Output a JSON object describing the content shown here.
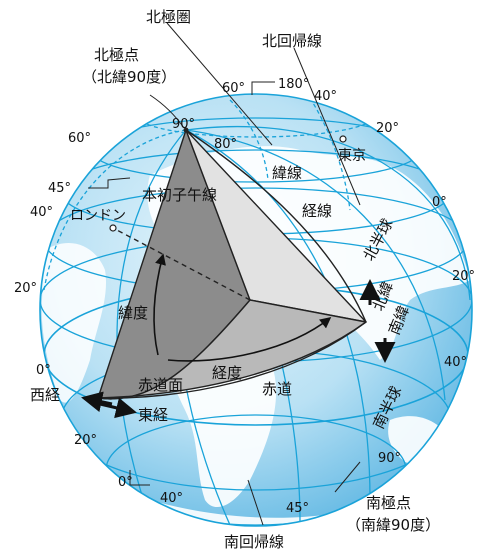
{
  "labels": {
    "arctic_circle": "北極圏",
    "north_pole_line1": "北極点",
    "north_pole_line2": "（北緯90度）",
    "tropic_cancer": "北回帰線",
    "tokyo": "東京",
    "latitude_lines": "緯線",
    "longitude_lines": "経線",
    "prime_meridian": "本初子午線",
    "london": "ロンドン",
    "northern_hemisphere": "北半球",
    "north_latitude": "北緯",
    "south_latitude": "南緯",
    "latitude": "緯度",
    "longitude": "経度",
    "equatorial_plane": "赤道面",
    "equator": "赤道",
    "west_longitude": "西経",
    "east_longitude": "東経",
    "southern_hemisphere": "南半球",
    "south_pole_line1": "南極点",
    "south_pole_line2": "（南緯90度）",
    "tropic_capricorn": "南回帰線"
  },
  "degree_labels": {
    "d90_top": "90°",
    "d60_top": "60°",
    "d180": "180°",
    "d40_top": "40°",
    "d20_top": "20°",
    "d80": "80°",
    "d60_left": "60°",
    "d45_left": "45°",
    "d40_left": "40°",
    "d0_right": "0°",
    "d20_left": "20°",
    "d20_right": "20°",
    "d0_left": "0°",
    "d40_right": "40°",
    "d20_bottom_left": "20°",
    "d90_bottom": "90°",
    "d0_bottom": "0°",
    "d40_bottom": "40°",
    "d45_bottom": "45°"
  },
  "colors": {
    "ocean_light": "#d6eef9",
    "ocean_mid": "#a9d8f0",
    "ocean_dark": "#56b2df",
    "land": "#ffffff",
    "grid_line": "#1aa3d9",
    "wedge_dark": "#8c8c8c",
    "wedge_mid": "#b9b9b9",
    "wedge_light": "#e2e2e2"
  }
}
